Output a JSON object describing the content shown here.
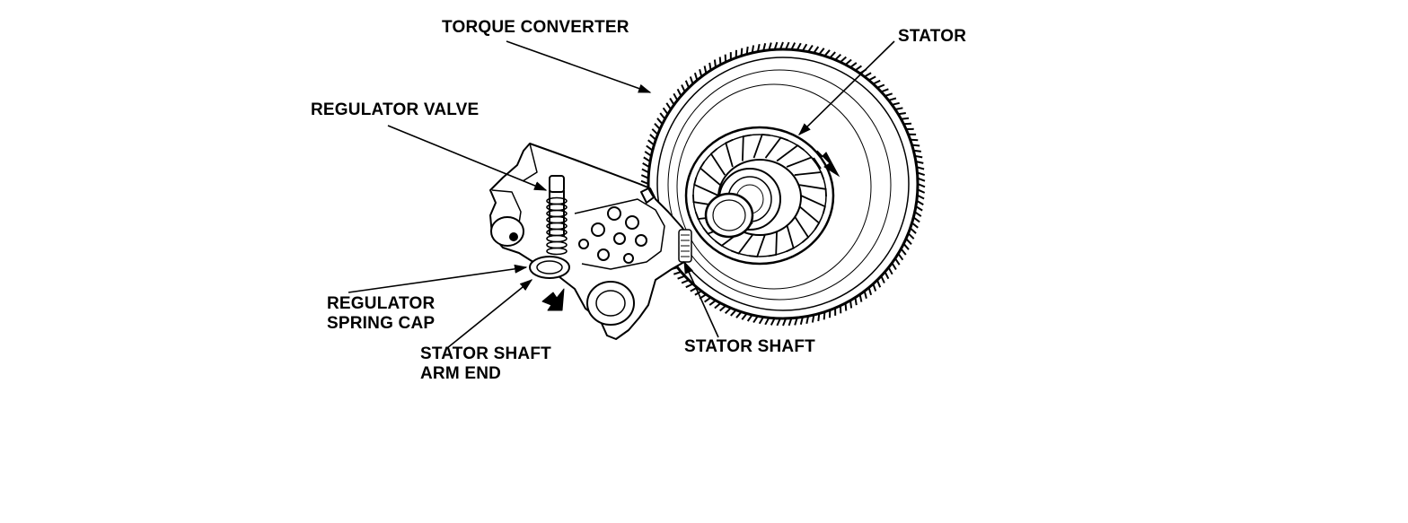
{
  "labels": {
    "torque_converter": "TORQUE CONVERTER",
    "stator": "STATOR",
    "regulator_valve": "REGULATOR VALVE",
    "regulator_spring_cap_line1": "REGULATOR",
    "regulator_spring_cap_line2": "SPRING CAP",
    "stator_shaft_arm_end_line1": "STATOR SHAFT",
    "stator_shaft_arm_end_line2": "ARM END",
    "stator_shaft": "STATOR SHAFT"
  },
  "colors": {
    "ink": "#000000",
    "paper": "#ffffff"
  }
}
